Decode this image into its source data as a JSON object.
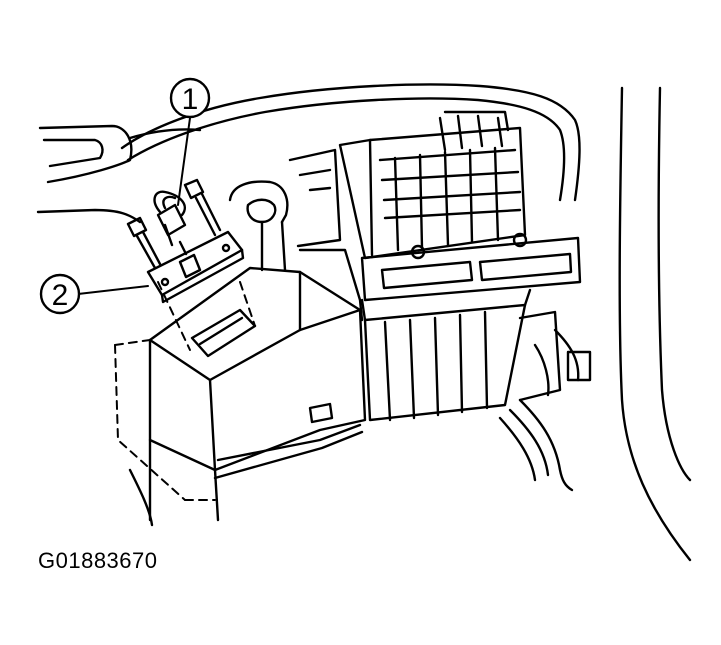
{
  "figure": {
    "id": "G01883670"
  },
  "callouts": [
    {
      "number": "1"
    },
    {
      "number": "2"
    }
  ],
  "colors": {
    "ink": "#000000",
    "paper": "#ffffff"
  }
}
